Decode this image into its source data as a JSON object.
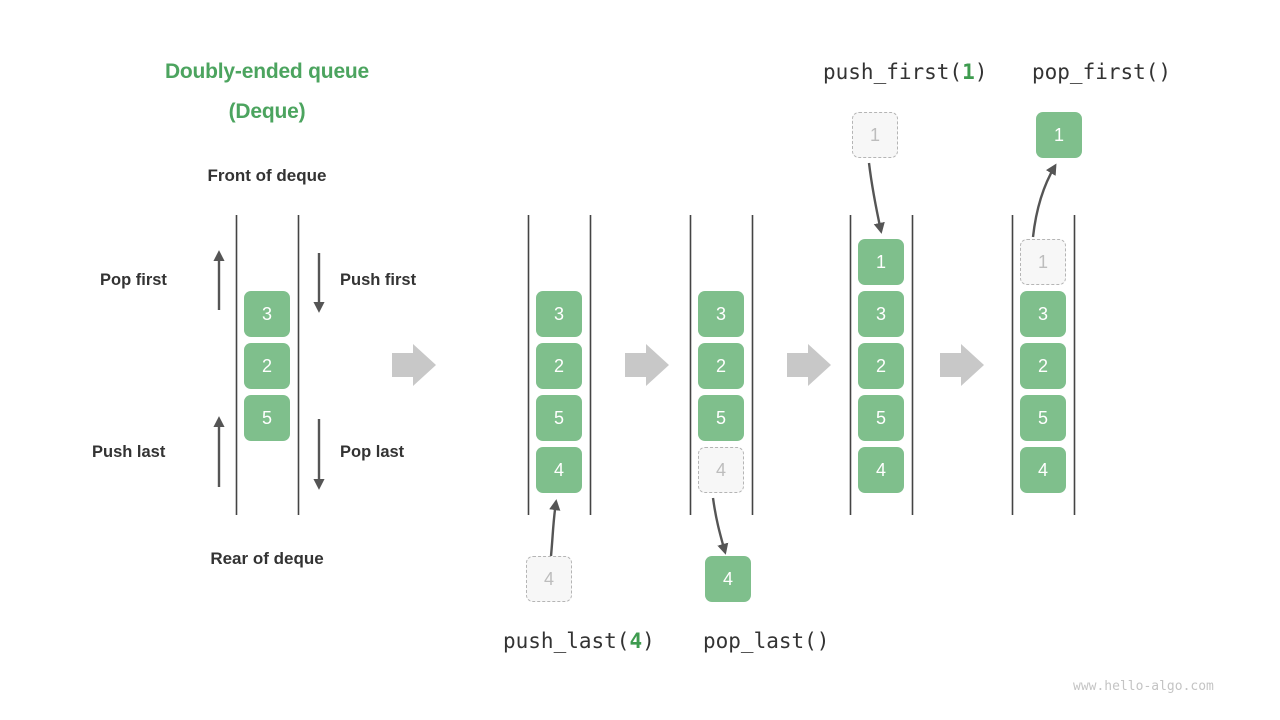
{
  "title": {
    "line1": "Doubly-ended queue",
    "line2": "(Deque)"
  },
  "labels": {
    "front": "Front of deque",
    "rear": "Rear of deque",
    "pop_first": "Pop first",
    "push_first": "Push first",
    "push_last": "Push last",
    "pop_last": "Pop last"
  },
  "operations": {
    "push_last": {
      "name": "push_last(",
      "arg": "4",
      "close": ")"
    },
    "pop_last": {
      "text": "pop_last()"
    },
    "push_first": {
      "name": "push_first(",
      "arg": "1",
      "close": ")"
    },
    "pop_first": {
      "text": "pop_first()"
    }
  },
  "colors": {
    "accent_green": "#4CA45F",
    "box_green": "#7FBF8C",
    "ghost_fill": "#F7F7F7",
    "ghost_border": "#B5B5B5",
    "ghost_text": "#BDBDBD",
    "arrow_gray": "#555555",
    "step_arrow_gray": "#C8C8C8",
    "rail_gray": "#444444",
    "text_dark": "#333333",
    "watermark": "#C4C4C4"
  },
  "panels": [
    {
      "id": "panel-overview",
      "stack": [
        "3",
        "2",
        "5"
      ],
      "ghost_in_stack": null,
      "external_box": null
    },
    {
      "id": "panel-push-last-before",
      "stack": [
        "3",
        "2",
        "5",
        "4"
      ],
      "ghost_in_stack": null,
      "external_box": {
        "value": "4",
        "kind": "ghost",
        "position": "below"
      }
    },
    {
      "id": "panel-pop-last",
      "stack": [
        "3",
        "2",
        "5"
      ],
      "ghost_in_stack": {
        "value": "4",
        "position": "bottom"
      },
      "external_box": {
        "value": "4",
        "kind": "solid",
        "position": "below"
      }
    },
    {
      "id": "panel-push-first",
      "stack": [
        "1",
        "3",
        "2",
        "5",
        "4"
      ],
      "ghost_in_stack": null,
      "external_box": {
        "value": "1",
        "kind": "ghost",
        "position": "above"
      }
    },
    {
      "id": "panel-pop-first",
      "stack": [
        "3",
        "2",
        "5",
        "4"
      ],
      "ghost_in_stack": {
        "value": "1",
        "position": "top"
      },
      "external_box": {
        "value": "1",
        "kind": "solid",
        "position": "above"
      }
    }
  ],
  "footer": {
    "watermark": "www.hello-algo.com"
  }
}
